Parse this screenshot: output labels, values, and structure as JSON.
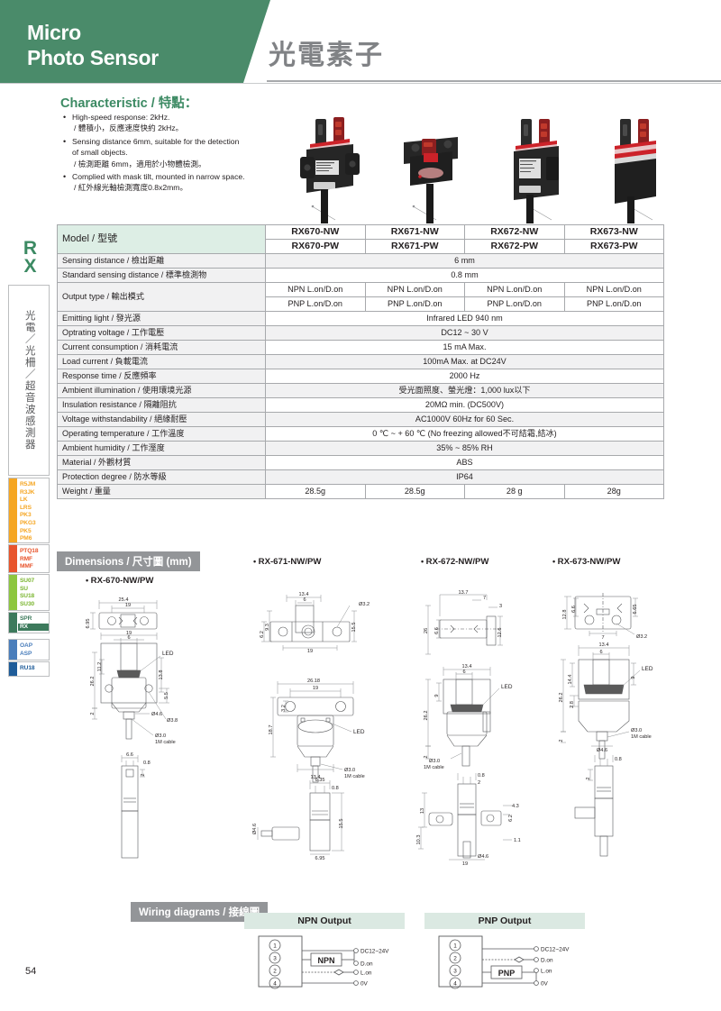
{
  "header": {
    "title_line1": "Micro",
    "title_line2": "Photo Sensor",
    "title_cn": "光電素子"
  },
  "characteristic": {
    "heading": "Characteristic / 特點：",
    "items": [
      {
        "en": "High-speed response: 2kHz.",
        "cn": "/ 體積小，反應速度快約 2kHz。"
      },
      {
        "en": "Sensing distance 6mm, suitable for the detection",
        "en2": " of small objects.",
        "cn": "/ 檢測距離 6mm，適用於小物體檢測。"
      },
      {
        "en": "Complied with mask tilt, mounted in narrow space.",
        "cn": "/ 紅外線光軸檢測寬度0.8x2mm。"
      }
    ]
  },
  "sidebar": {
    "series_tab": "RX",
    "category_text": "光電／光柵／超音波感測器",
    "groups": [
      {
        "color": "#f5a623",
        "items": [
          "R5JM",
          "R3JK",
          "LK",
          "LRS",
          "PK3",
          "PKG3",
          "PK5",
          "PM6"
        ],
        "text_color": "#f5a623"
      },
      {
        "color": "#e8552d",
        "items": [
          "PTQ18",
          "RMF",
          "MMF"
        ],
        "text_color": "#e8552d"
      },
      {
        "color": "#8dc63f",
        "items": [
          "SU07",
          "SU",
          "SU18",
          "SU30"
        ],
        "text_color": "#7ab52f"
      },
      {
        "color": "#3d7a5c",
        "items": [
          "SPR",
          "RX"
        ],
        "text_color": "#3d7a5c",
        "selected": "RX"
      },
      {
        "color": "#4a7ebb",
        "items": [
          "OAP",
          "ASP"
        ],
        "text_color": "#4a7ebb"
      },
      {
        "color": "#1f5c99",
        "items": [
          "RU18"
        ],
        "text_color": "#1f5c99"
      }
    ]
  },
  "spec_table": {
    "model_label": "Model / 型號",
    "models_nw": [
      "RX670-NW",
      "RX671-NW",
      "RX672-NW",
      "RX673-NW"
    ],
    "models_pw": [
      "RX670-PW",
      "RX671-PW",
      "RX672-PW",
      "RX673-PW"
    ],
    "rows": [
      {
        "label": "Sensing distance / 檢出距離",
        "span": "6 mm",
        "shade": true
      },
      {
        "label": "Standard sensing distance / 標準檢測物",
        "span": "0.8 mm",
        "shade": false
      },
      {
        "label": "Output type / 輸出模式",
        "two_line": true,
        "line1": [
          "NPN L.on/D.on",
          "NPN L.on/D.on",
          "NPN L.on/D.on",
          "NPN L.on/D.on"
        ],
        "line2": [
          "PNP L.on/D.on",
          "PNP L.on/D.on",
          "PNP L.on/D.on",
          "PNP L.on/D.on"
        ]
      },
      {
        "label": "Emitting light / 發光源",
        "span": "Infrared LED 940 nm",
        "shade": false
      },
      {
        "label": "Optrating voltage / 工作電壓",
        "span": "DC12 ~ 30 V",
        "shade": true
      },
      {
        "label": "Current consumption / 消耗電流",
        "span": "15 mA Max.",
        "shade": false
      },
      {
        "label": "Load current / 負載電流",
        "span": "100mA Max. at DC24V",
        "shade": true
      },
      {
        "label": "Response time / 反應頻率",
        "span": "2000 Hz",
        "shade": false
      },
      {
        "label": "Ambient illumination / 使用環境光源",
        "span": "受光面照度、螢光燈：1,000 lux以下",
        "shade": true
      },
      {
        "label": "Insulation resistance / 隔離阻抗",
        "span": "20MΩ min. (DC500V)",
        "shade": false
      },
      {
        "label": "Voltage withstandability / 絕緣耐壓",
        "span": "AC1000V 60Hz for 60 Sec.",
        "shade": true
      },
      {
        "label": "Operating temperature / 工作溫度",
        "span": "0 ℃ ~ + 60 ℃ (No freezing allowed不可結霜,結冰)",
        "shade": false
      },
      {
        "label": "Ambient humidity / 工作溼度",
        "span": "35% ~ 85%  RH",
        "shade": true
      },
      {
        "label": "Material / 外觀材質",
        "span": "ABS",
        "shade": false
      },
      {
        "label": "Protection degree / 防水等級",
        "span": "IP64",
        "shade": true
      },
      {
        "label": "Weight / 重量",
        "cells": [
          "28.5g",
          "28.5g",
          "28 g",
          "28g"
        ],
        "shade": false
      }
    ]
  },
  "dimensions": {
    "bar_label": "Dimensions / 尺寸圖 (mm)",
    "captions": [
      "RX-670-NW/PW",
      "RX-671-NW/PW",
      "RX-672-NW/PW",
      "RX-673-NW/PW"
    ],
    "d670": {
      "top_view": [
        "25.4",
        "19",
        "6.95"
      ],
      "front_view": [
        "19",
        "13.4",
        "6",
        "26.2",
        "11.2",
        "9",
        "11",
        "13.8",
        "5.5",
        "2",
        "LED",
        "Ø3.8"
      ],
      "cable": [
        "Ø4.6",
        "Ø3.0",
        "1M cable"
      ],
      "side_view": [
        "6.6",
        "0.8",
        "2"
      ]
    },
    "d671": {
      "top_view": [
        "13.4",
        "6",
        "Ø3.2",
        "9.3",
        "8.3",
        "6.2",
        "9",
        "3.6",
        "15.5",
        "19"
      ],
      "front_view": [
        "26.18",
        "19",
        "3.2",
        "18.7",
        "2",
        "13.4",
        "LED",
        "Ø3.0",
        "1M cable"
      ],
      "side_view": [
        "6.35",
        "0.8",
        "2",
        "15.5",
        "7.2",
        "6.95",
        "Ø4.6"
      ]
    },
    "d672": {
      "top_view": [
        "13.7",
        "7",
        "3",
        "26",
        "6.6",
        "12.6"
      ],
      "front_view": [
        "13.4",
        "6",
        "26.2",
        "9",
        "2",
        "LED",
        "Ø3.0",
        "1M cable"
      ],
      "side_view": [
        "0.8",
        "2",
        "13",
        "10.3",
        "2",
        "4.3",
        "6.2",
        "1.1",
        "19",
        "Ø4.6"
      ]
    },
    "d673": {
      "top_view": [
        "12.8",
        "6.6",
        "6.65",
        "7",
        "Ø3.2"
      ],
      "front_view": [
        "13.4",
        "6",
        "26.2",
        "14.4",
        "9",
        "2.8",
        "2",
        "LED",
        "Ø3.0",
        "1M cable",
        "Ø4.6"
      ],
      "side_view": [
        "0.8",
        "2"
      ]
    }
  },
  "wiring": {
    "bar_label": "Wiring diagrams / 接線圖",
    "npn": {
      "title": "NPN Output",
      "box_label": "NPN",
      "pins": [
        "1",
        "3",
        "2",
        "4"
      ],
      "terminals": [
        "DC12~24V",
        "D.on",
        "L.on",
        "0V"
      ]
    },
    "pnp": {
      "title": "PNP Output",
      "box_label": "PNP",
      "pins": [
        "1",
        "2",
        "3",
        "4"
      ],
      "terminals": [
        "DC12~24V",
        "D.on",
        "L.on",
        "0V"
      ]
    }
  },
  "page_number": "54"
}
